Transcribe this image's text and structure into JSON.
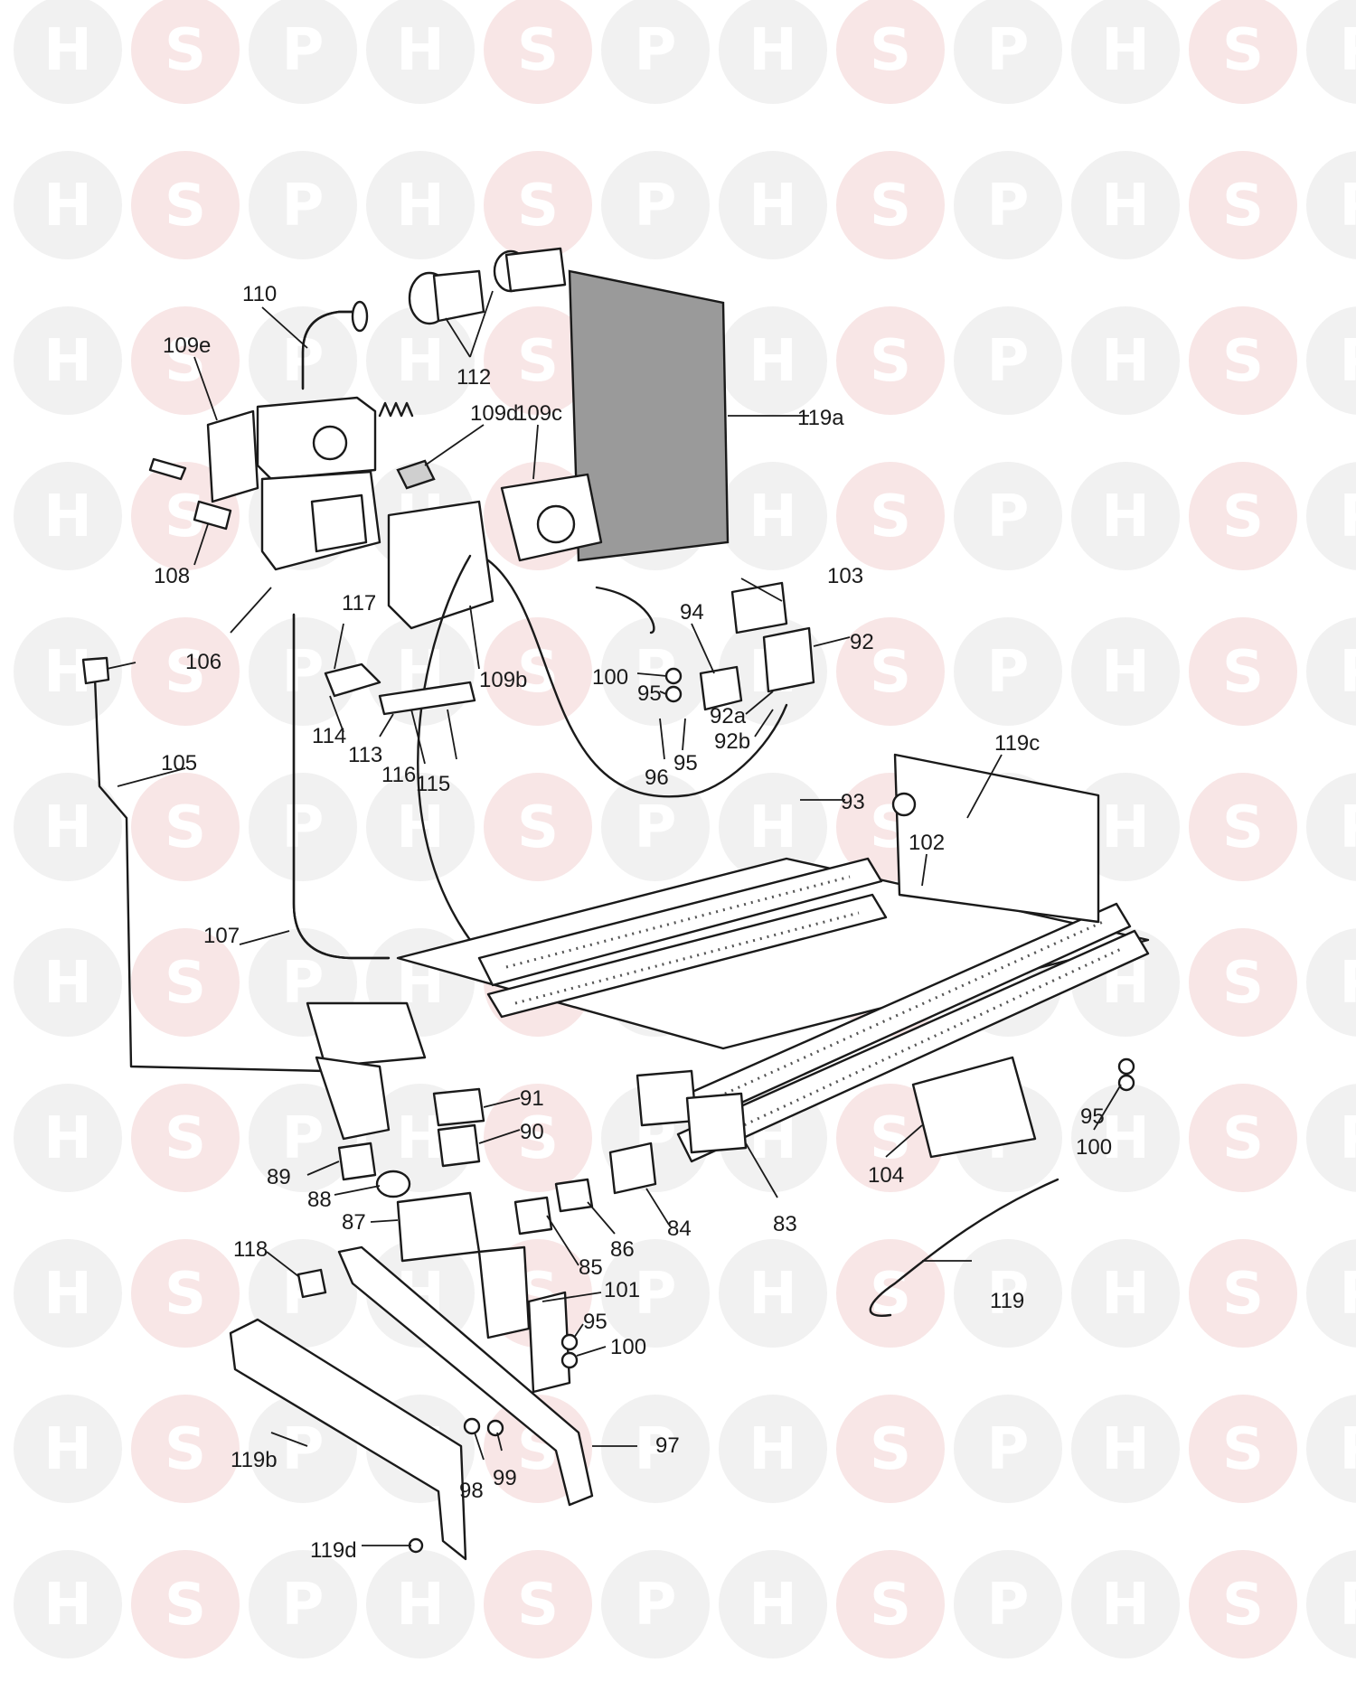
{
  "watermark": {
    "letters": [
      "H",
      "S",
      "P"
    ],
    "colors": {
      "gray": "#f1f1f1",
      "pink": "#f8e6e6"
    }
  },
  "callouts": {
    "c110": "110",
    "c109e": "109e",
    "c112": "112",
    "c109d": "109d",
    "c109c": "109c",
    "c119a": "119a",
    "c108": "108",
    "c103": "103",
    "c117": "117",
    "c106": "106",
    "c94": "94",
    "c92": "92",
    "c100a": "100",
    "c95a": "95",
    "c109b": "109b",
    "c114": "114",
    "c113": "113",
    "c116": "116",
    "c115": "115",
    "c96": "96",
    "c95b": "95",
    "c92a": "92a",
    "c92b": "92b",
    "c105": "105",
    "c119c": "119c",
    "c93": "93",
    "c102": "102",
    "c107": "107",
    "c91": "91",
    "c90": "90",
    "c95c": "95",
    "c100b": "100",
    "c89": "89",
    "c88": "88",
    "c87": "87",
    "c85": "85",
    "c86": "86",
    "c84": "84",
    "c83": "83",
    "c104": "104",
    "c118": "118",
    "c101": "101",
    "c95d": "95",
    "c100c": "100",
    "c119": "119",
    "c97": "97",
    "c119b": "119b",
    "c98": "98",
    "c99": "99",
    "c119d": "119d"
  }
}
